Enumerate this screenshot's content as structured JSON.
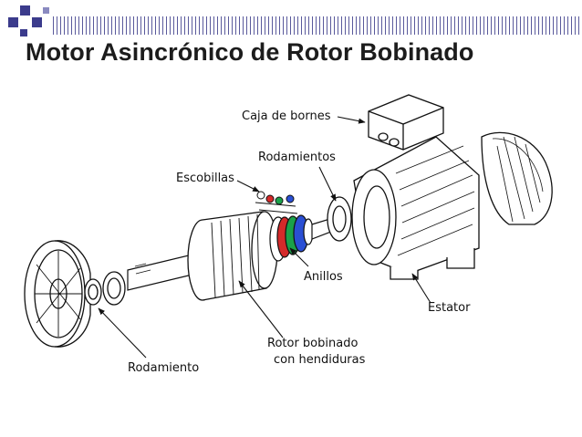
{
  "title": "Motor Asincrónico de Rotor Bobinado",
  "colors": {
    "header_squares": "#3b3b8c",
    "header_stripes": "#5a5a9c",
    "title": "#1c1c1c",
    "ring_green": "#1aa14a",
    "ring_red": "#d42a2a",
    "ring_blue": "#2a4fd4"
  },
  "labels": {
    "terminal_box": "Caja de bornes",
    "bearings": "Rodamientos",
    "brushes": "Escobillas",
    "rings": "Anillos",
    "stator": "Estator",
    "rotor_line1": "Rotor bobinado",
    "rotor_line2": "con hendiduras",
    "bearing": "Rodamiento"
  }
}
